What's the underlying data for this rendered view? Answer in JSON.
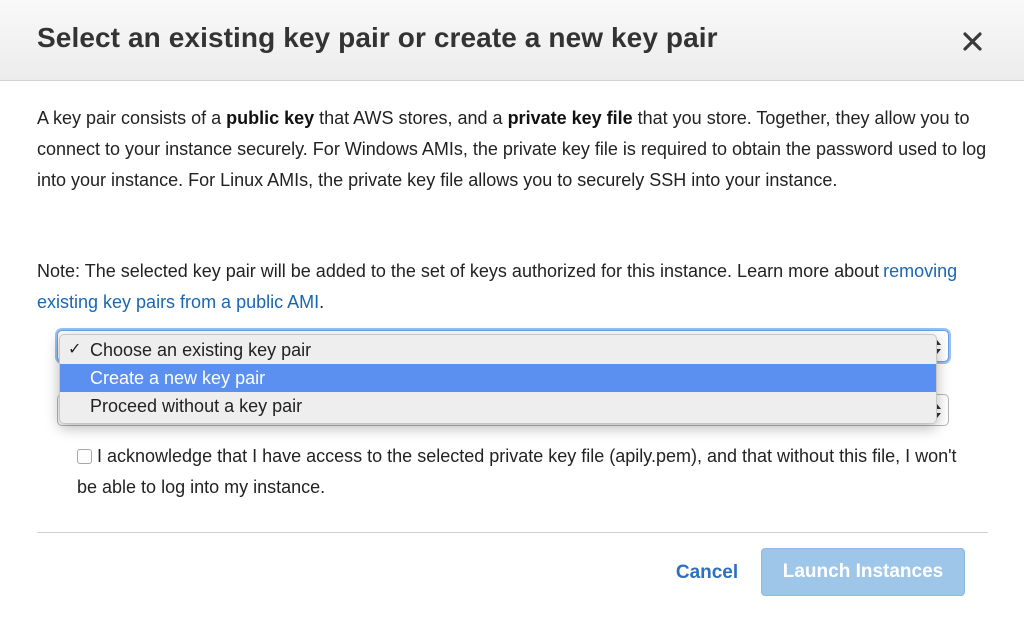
{
  "dialog": {
    "title": "Select an existing key pair or create a new key pair",
    "close_icon": "close-icon"
  },
  "description": {
    "part1": "A key pair consists of a ",
    "bold1": "public key",
    "part2": " that AWS stores, and a ",
    "bold2": "private key file",
    "part3": " that you store. Together, they allow you to connect to your instance securely. For Windows AMIs, the private key file is required to obtain the password used to log into your instance. For Linux AMIs, the private key file allows you to securely SSH into your instance."
  },
  "note": {
    "text": "Note: The selected key pair will be added to the set of keys authorized for this instance. Learn more about",
    "link": "removing existing key pairs from a public AMI",
    "suffix": "."
  },
  "key_pair_select": {
    "options": [
      {
        "label": "Choose an existing key pair",
        "checked": true,
        "highlighted": false
      },
      {
        "label": "Create a new key pair",
        "checked": false,
        "highlighted": true
      },
      {
        "label": "Proceed without a key pair",
        "checked": false,
        "highlighted": false
      }
    ],
    "check_glyph": "✓"
  },
  "acknowledge": {
    "checked": false,
    "label": "I acknowledge that I have access to the selected private key file (apily.pem), and that without this file, I won't be able to log into my instance."
  },
  "footer": {
    "cancel_label": "Cancel",
    "launch_label": "Launch Instances"
  },
  "colors": {
    "link": "#1a66b3",
    "highlight": "#5b8ff0",
    "launch_button": "#9ec6e9"
  }
}
